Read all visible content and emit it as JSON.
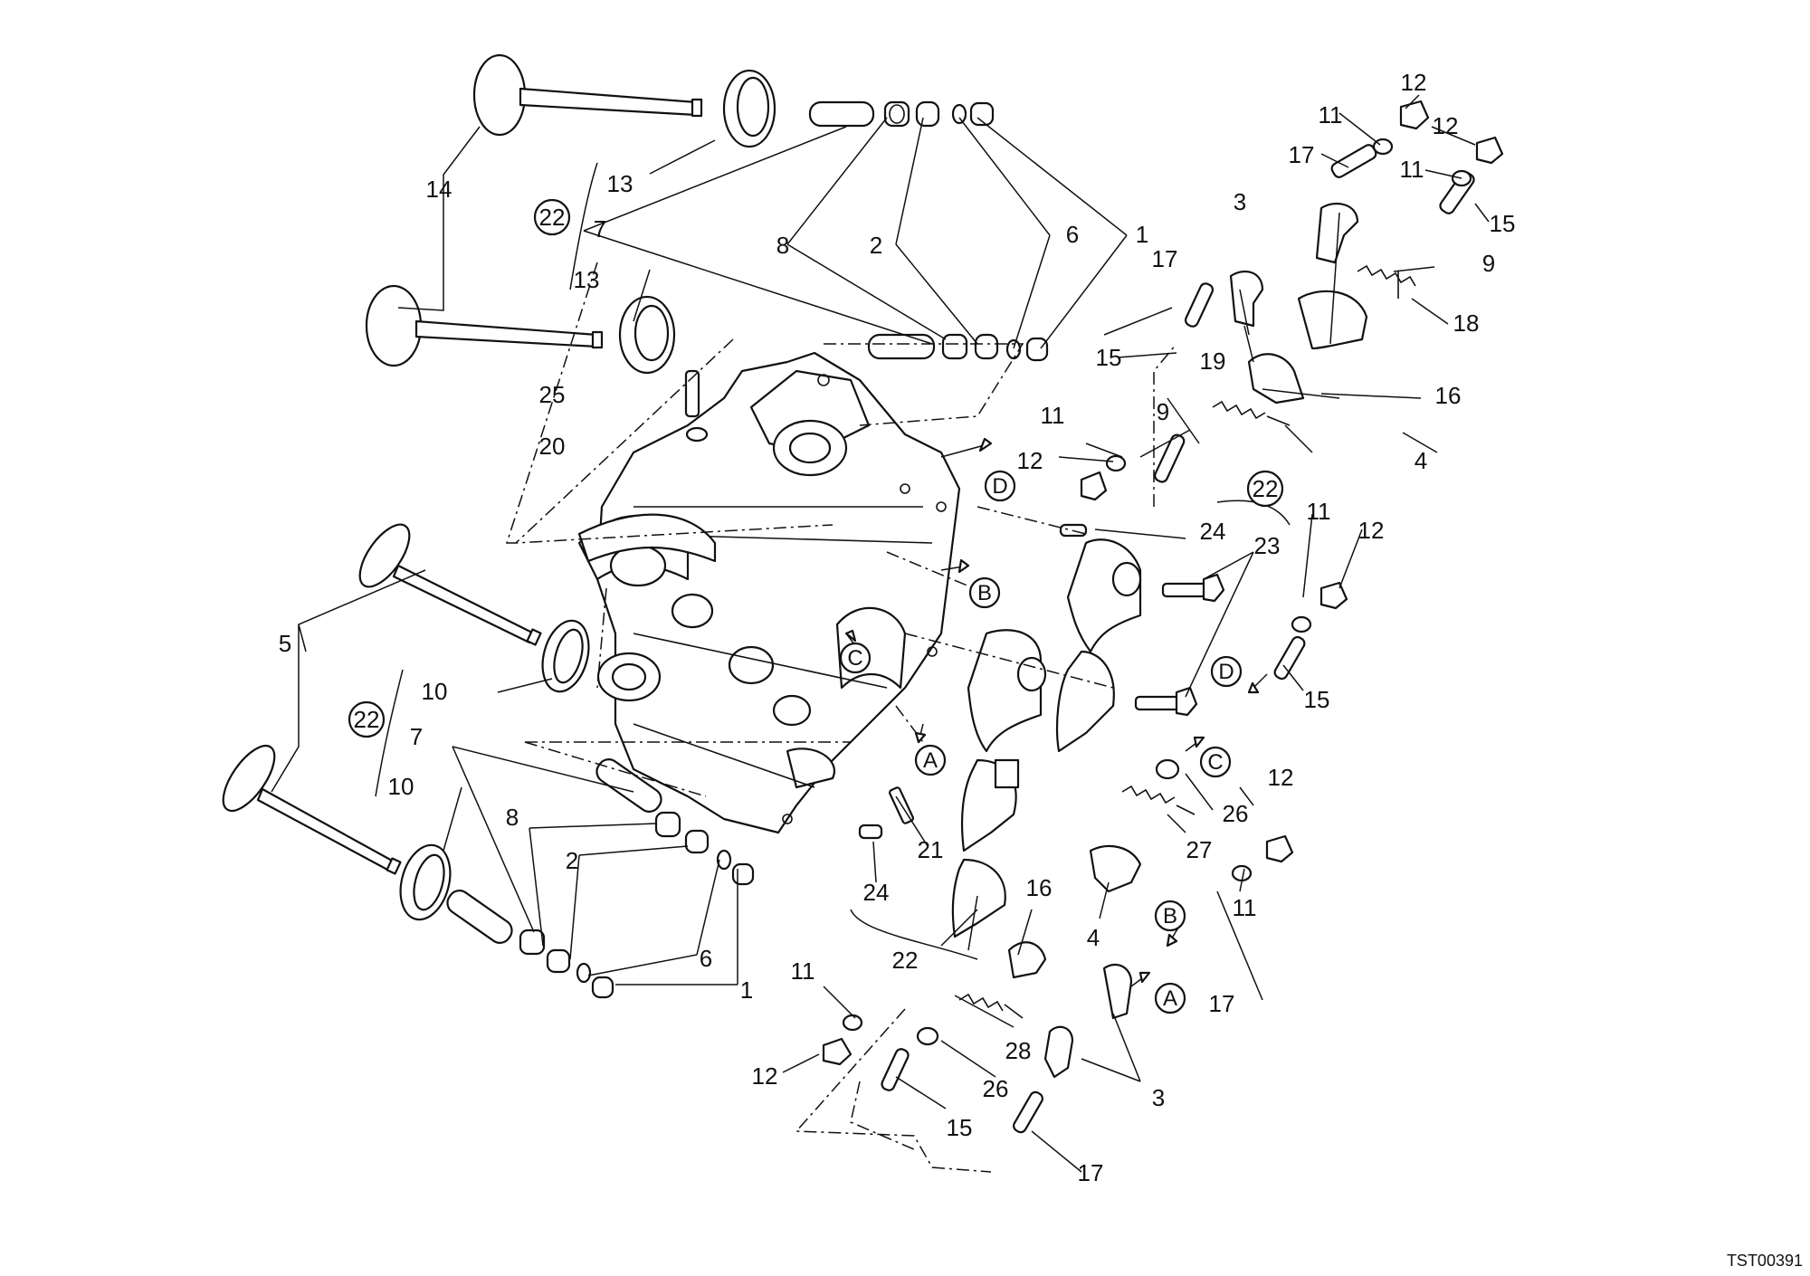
{
  "callouts": {
    "c1a": "1",
    "c1b": "1",
    "c2a": "2",
    "c2b": "2",
    "c3a": "3",
    "c3b": "3",
    "c4a": "4",
    "c4b": "4",
    "c5": "5",
    "c6a": "6",
    "c6b": "6",
    "c7a": "7",
    "c7b": "7",
    "c8a": "8",
    "c8b": "8",
    "c9a": "9",
    "c9b": "9",
    "c10a": "10",
    "c10b": "10",
    "c11a": "11",
    "c11b": "11",
    "c11c": "11",
    "c11d": "11",
    "c11e": "11",
    "c11f": "11",
    "c12a": "12",
    "c12b": "12",
    "c12c": "12",
    "c12d": "12",
    "c12e": "12",
    "c12f": "12",
    "c13a": "13",
    "c13b": "13",
    "c14": "14",
    "c15a": "15",
    "c15b": "15",
    "c15c": "15",
    "c15d": "15",
    "c16a": "16",
    "c16b": "16",
    "c17a": "17",
    "c17b": "17",
    "c17c": "17",
    "c17d": "17",
    "c18": "18",
    "c19": "19",
    "c20": "20",
    "c21": "21",
    "c22a": "22",
    "c22b": "22",
    "c22c": "22",
    "c22d": "22",
    "c23": "23",
    "c24a": "24",
    "c24b": "24",
    "c25": "25",
    "c26a": "26",
    "c26b": "26",
    "c27": "27",
    "c28": "28"
  },
  "letters": {
    "A1": "A",
    "A2": "A",
    "B1": "B",
    "B2": "B",
    "C1": "C",
    "C2": "C",
    "D1": "D",
    "D2": "D"
  },
  "diagram_code": "TST00391"
}
